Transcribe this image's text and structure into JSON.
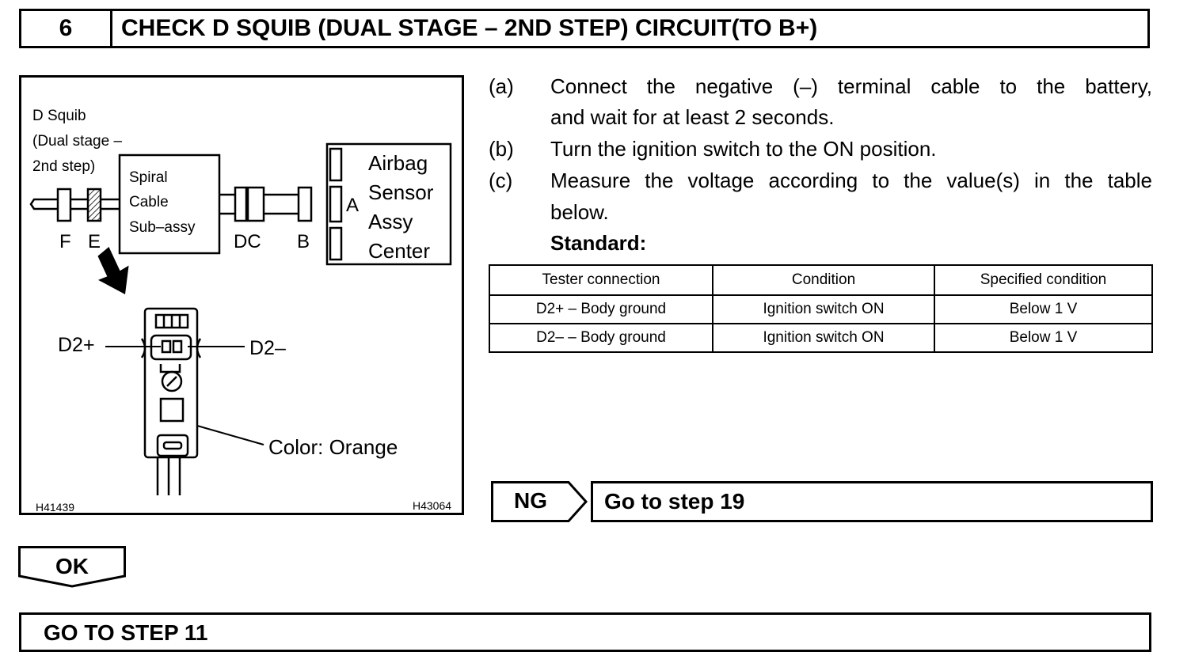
{
  "header": {
    "step_number": "6",
    "title": "CHECK D SQUIB (DUAL STAGE – 2ND STEP) CIRCUIT(TO B+)"
  },
  "figure": {
    "squib_label_1": "D Squib",
    "squib_label_2": "(Dual stage –",
    "squib_label_3": "2nd step)",
    "spiral_1": "Spiral",
    "spiral_2": "Cable",
    "spiral_3": "Sub–assy",
    "connector_f": "F",
    "connector_e": "E",
    "connector_dc": "DC",
    "connector_b": "B",
    "connector_a": "A",
    "airbag_1": "Airbag",
    "airbag_2": "Sensor",
    "airbag_3": "Assy",
    "airbag_4": "Center",
    "pin_d2_plus": "D2+",
    "pin_d2_minus": "D2–",
    "color_label": "Color: Orange",
    "code_left": "H41439",
    "code_right": "H43064"
  },
  "steps": [
    {
      "letter": "(a)",
      "line1": "Connect the negative (–) terminal cable to the battery,",
      "line2": "and wait for at least 2 seconds."
    },
    {
      "letter": "(b)",
      "line1": "Turn the ignition switch to the ON position."
    },
    {
      "letter": "(c)",
      "line1": "Measure the voltage according to the value(s) in the table",
      "line2": "below."
    }
  ],
  "standard_label": "Standard:",
  "table": {
    "headers": [
      "Tester connection",
      "Condition",
      "Specified condition"
    ],
    "rows": [
      [
        "D2+ – Body ground",
        "Ignition switch ON",
        "Below 1 V"
      ],
      [
        "D2– – Body ground",
        "Ignition switch ON",
        "Below 1 V"
      ]
    ]
  },
  "ng": {
    "label": "NG",
    "result": "Go to step 19"
  },
  "ok": {
    "label": "OK"
  },
  "next_step": "GO TO STEP 11"
}
